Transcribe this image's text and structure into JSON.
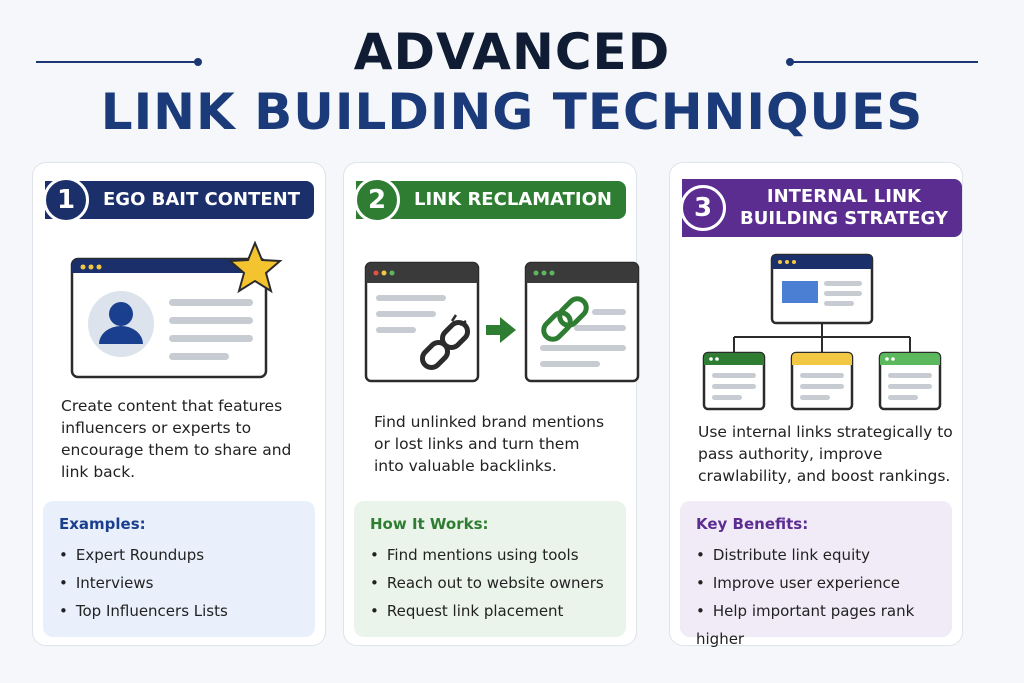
{
  "title": {
    "line1": "ADVANCED",
    "line2": "LINK BUILDING TECHNIQUES"
  },
  "cards": [
    {
      "number": "1",
      "label": "EGO BAIT CONTENT",
      "color": "#1b2f6b",
      "description": "Create content that features influencers or experts to encourage them to share and link back.",
      "box_title": "Examples:",
      "box_bg": "#eaf0fb",
      "items": [
        "Expert Roundups",
        "Interviews",
        "Top Influencers Lists"
      ]
    },
    {
      "number": "2",
      "label": "LINK RECLAMATION",
      "color": "#2e7d32",
      "description": "Find unlinked brand mentions or lost links and turn them into valuable backlinks.",
      "box_title": "How It Works:",
      "box_bg": "#ebf4ea",
      "items": [
        "Find mentions using tools",
        "Reach out to website owners",
        "Request link placement"
      ]
    },
    {
      "number": "3",
      "label": "INTERNAL LINK BUILDING STRATEGY",
      "label_line1": "INTERNAL LINK",
      "label_line2": "BUILDING STRATEGY",
      "color": "#5b2d91",
      "description": "Use internal links strategically to pass authority, improve crawlability, and boost rankings.",
      "box_title": "Key Benefits:",
      "box_bg": "#f0ebf7",
      "items": [
        "Distribute link equity",
        "Improve user experience",
        "Help important pages rank higher"
      ]
    }
  ],
  "icons": {
    "card1": [
      "browser-window-icon",
      "user-avatar-icon",
      "star-icon"
    ],
    "card2": [
      "broken-link-icon",
      "arrow-right-icon",
      "link-icon"
    ],
    "card3": [
      "site-hierarchy-icon"
    ]
  }
}
